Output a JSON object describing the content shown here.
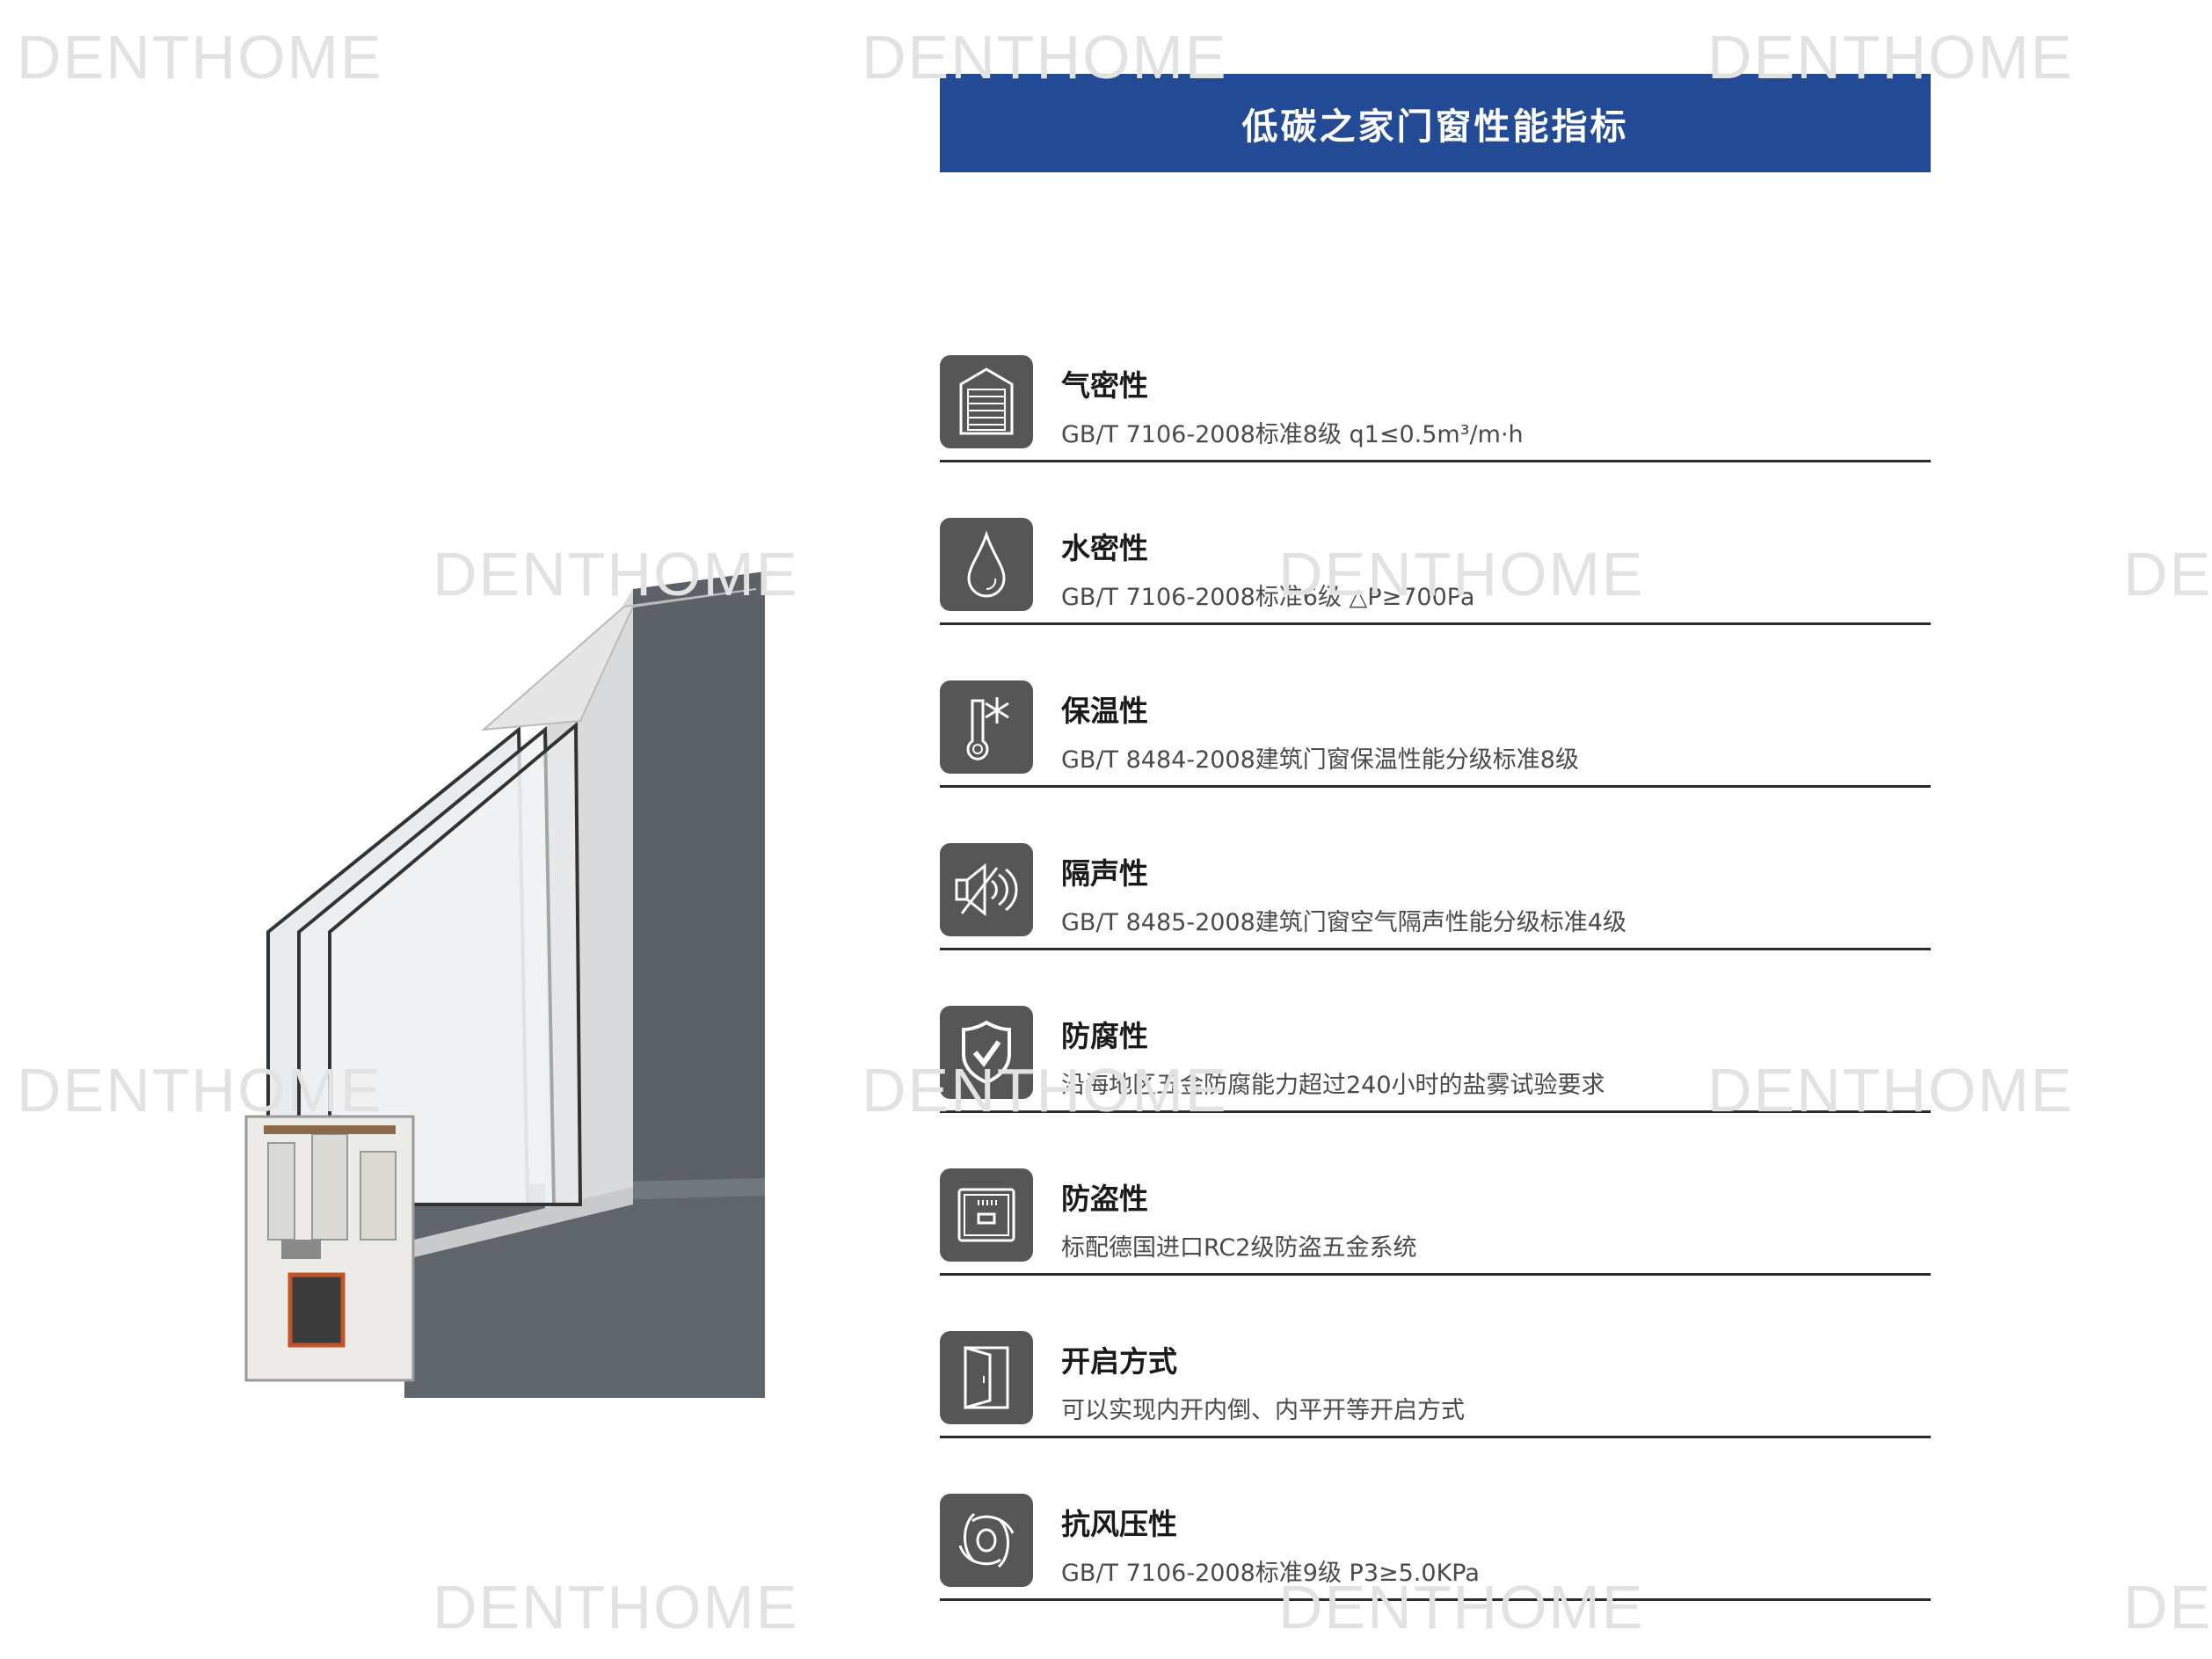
{
  "watermark": "DENTHOME",
  "header": {
    "title": "低碳之家门窗性能指标",
    "color": "#234a94"
  },
  "features": [
    {
      "icon": "garage-door-icon",
      "title": "气密性",
      "desc": "GB/T 7106-2008标准8级 q1≤0.5m³/m·h"
    },
    {
      "icon": "water-drop-icon",
      "title": "水密性",
      "desc": "GB/T 7106-2008标准6级 △P≥700Pa"
    },
    {
      "icon": "thermometer-snowflake-icon",
      "title": "保温性",
      "desc": "GB/T 8484-2008建筑门窗保温性能分级标准8级"
    },
    {
      "icon": "speaker-sound-icon",
      "title": "隔声性",
      "desc": "GB/T 8485-2008建筑门窗空气隔声性能分级标准4级"
    },
    {
      "icon": "shield-check-icon",
      "title": "防腐性",
      "desc": "沿海地区五金防腐能力超过240小时的盐雾试验要求"
    },
    {
      "icon": "safe-lock-icon",
      "title": "防盗性",
      "desc": "标配德国进口RC2级防盗五金系统"
    },
    {
      "icon": "door-open-icon",
      "title": "开启方式",
      "desc": "可以实现内开内倒、内平开等开启方式"
    },
    {
      "icon": "wind-swirl-icon",
      "title": "抗风压性",
      "desc": "GB/T 7106-2008标准9级 P3≥5.0KPa"
    }
  ]
}
